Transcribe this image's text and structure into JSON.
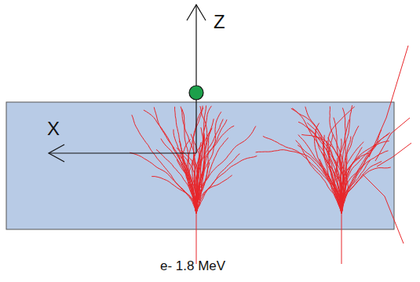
{
  "diagram": {
    "labels": [
      "Z",
      "X",
      "e- 1.8 MeV"
    ]
  }
}
